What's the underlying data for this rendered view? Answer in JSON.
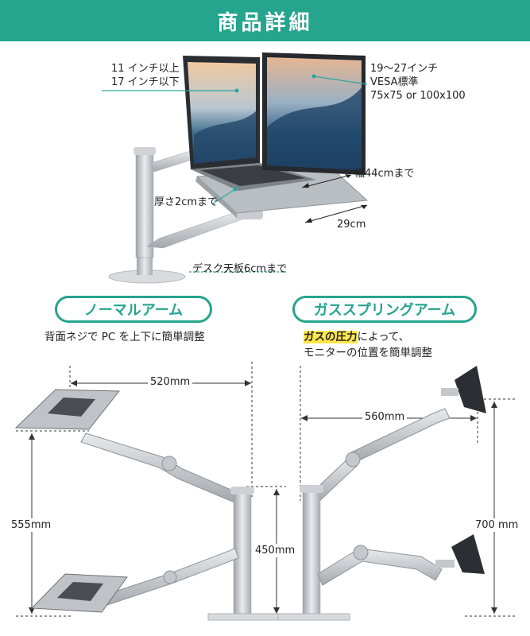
{
  "header": {
    "title": "商品詳細"
  },
  "top": {
    "laptop_size_line1": "11 インチ以上",
    "laptop_size_line2": "17 インチ以下",
    "monitor_size": "19～27インチ",
    "vesa_line1": "VESA標準",
    "vesa_line2": "75x75 or 100x100",
    "width": "幅44cmまで",
    "thickness": "厚さ2cmまで",
    "depth": "29cm",
    "desk": "デスク天板6cmまで"
  },
  "left_panel": {
    "pill": "ノーマルアーム",
    "desc": "背面ネジで PC を上下に簡単調整",
    "dim_width": "520mm",
    "dim_height_total": "555mm",
    "dim_height_pole": "450mm"
  },
  "right_panel": {
    "pill": "ガススプリングアーム",
    "desc_highlight": "ガスの圧力",
    "desc_rest": "によって、",
    "desc_line2": "モニターの位置を簡単調整",
    "dim_width": "560mm",
    "dim_height": "700 mm"
  },
  "colors": {
    "accent": "#25a48e",
    "highlight": "#ffe74a",
    "teal_line": "#2aa7a0"
  }
}
